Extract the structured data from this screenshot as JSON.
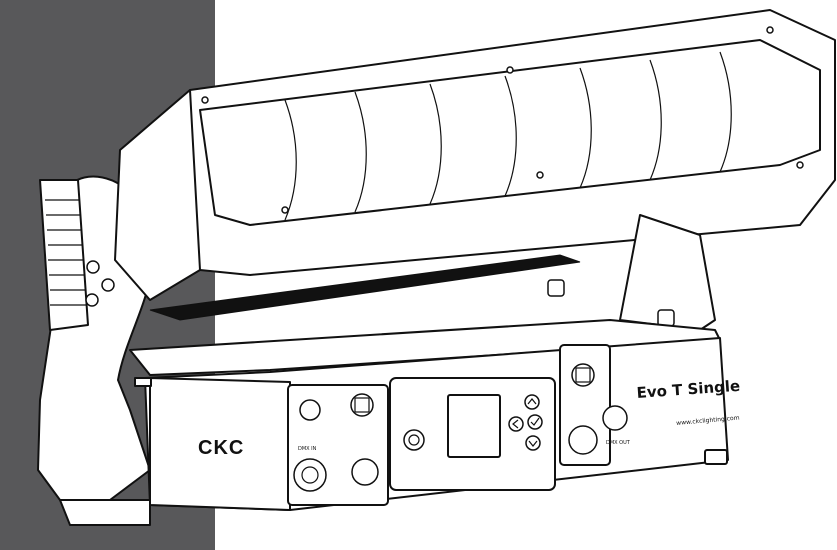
{
  "product": {
    "brand_logo": "CKC",
    "model_label": "Evo T Single",
    "website": "www.ckclighting.com",
    "connector_labels": [
      "DMX IN",
      "DMX OUT"
    ]
  },
  "colors": {
    "left_panel": "#58585a",
    "background": "#ffffff",
    "line": "#111111"
  },
  "icons": {
    "up": "chevron-up-icon",
    "down": "chevron-down-icon",
    "left": "chevron-left-icon",
    "ok": "check-icon"
  }
}
